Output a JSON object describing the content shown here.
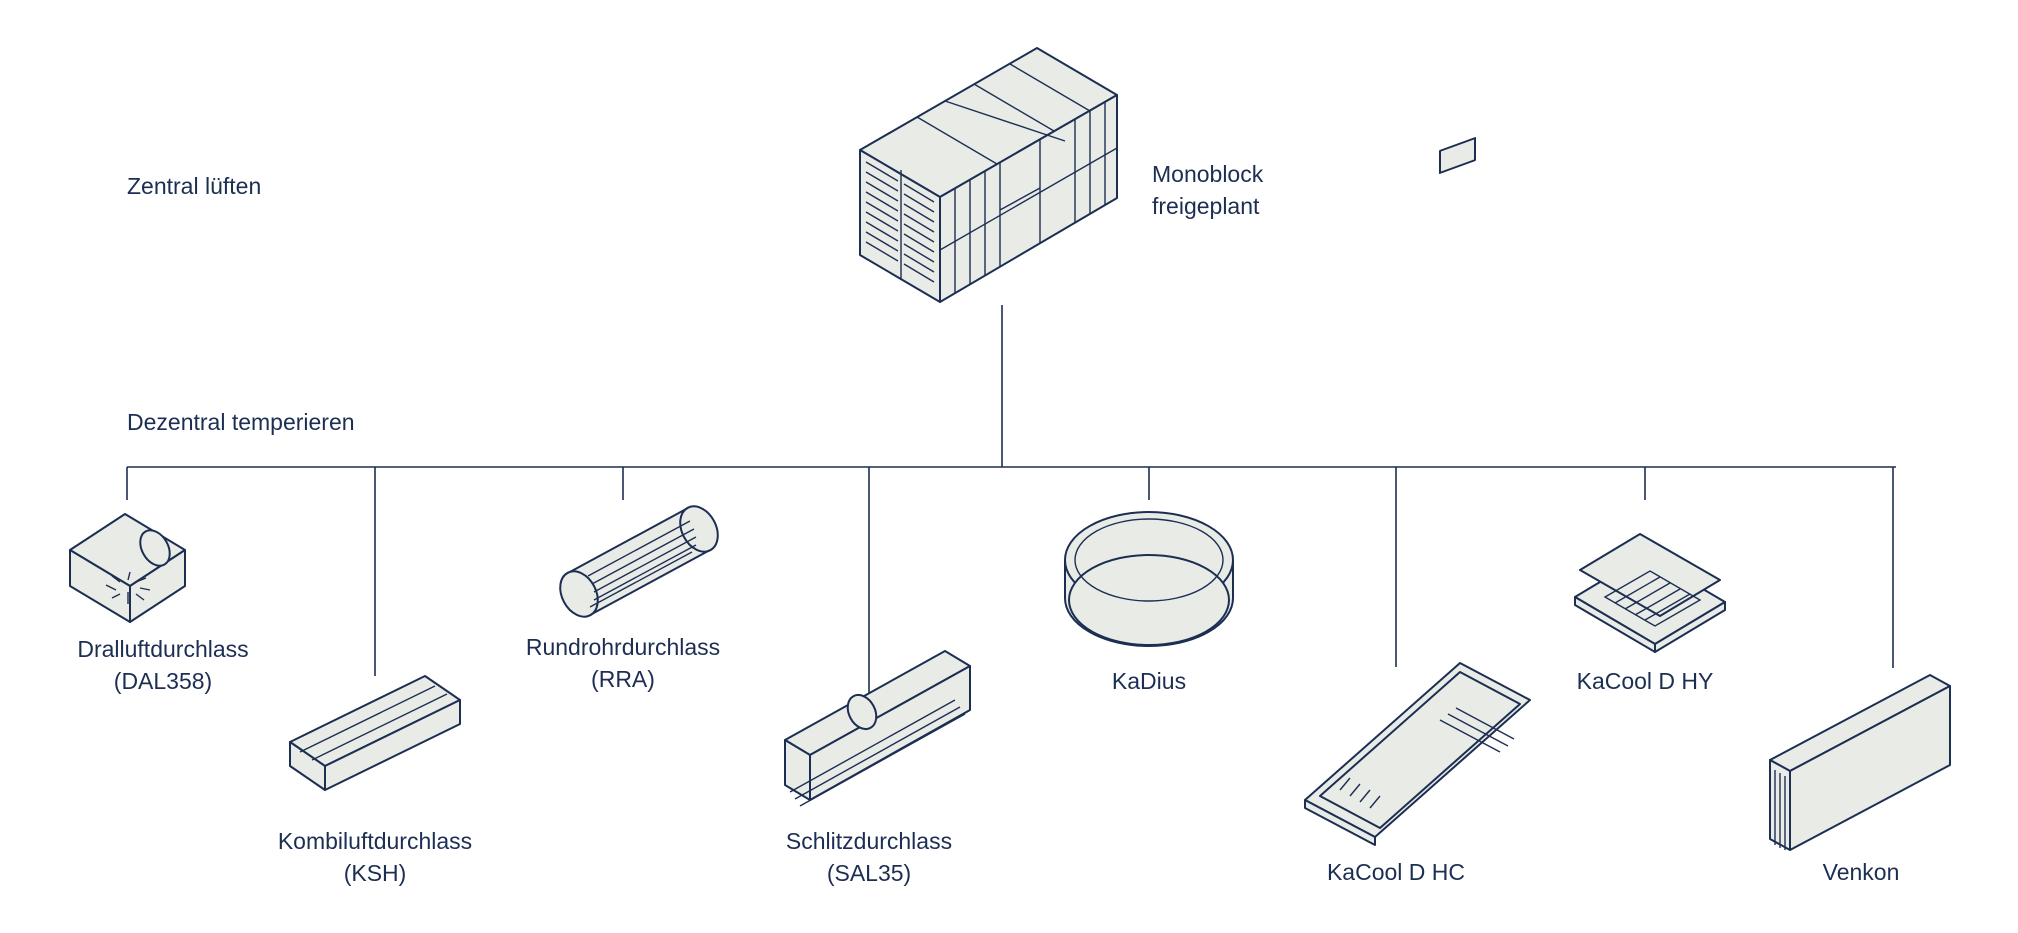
{
  "sections": {
    "central": "Zentral lüften",
    "decentral": "Dezentral temperieren"
  },
  "root": {
    "line1": "Monoblock",
    "line2": "freigeplant",
    "icon": "air-handling-unit-icon"
  },
  "products": [
    {
      "id": "dal358",
      "line1": "Dralluftdurchlass",
      "line2": "(DAL358)",
      "icon": "swirl-diffuser-icon"
    },
    {
      "id": "ksh",
      "line1": "Kombiluftdurchlass",
      "line2": "(KSH)",
      "icon": "combination-diffuser-icon"
    },
    {
      "id": "rra",
      "line1": "Rundrohrdurchlass",
      "line2": "(RRA)",
      "icon": "round-duct-outlet-icon"
    },
    {
      "id": "sal35",
      "line1": "Schlitzdurchlass",
      "line2": "(SAL35)",
      "icon": "slot-diffuser-icon"
    },
    {
      "id": "kadius",
      "line1": "KaDius",
      "line2": "",
      "icon": "round-ceiling-unit-icon"
    },
    {
      "id": "kacool-hc",
      "line1": "KaCool D HC",
      "line2": "",
      "icon": "ceiling-cassette-hc-icon"
    },
    {
      "id": "kacool-hy",
      "line1": "KaCool D HY",
      "line2": "",
      "icon": "ceiling-cassette-hy-icon"
    },
    {
      "id": "venkon",
      "line1": "Venkon",
      "line2": "",
      "icon": "fan-coil-unit-icon"
    }
  ],
  "colors": {
    "ink": "#1c2e52",
    "fill": "#e9ebe7",
    "background": "#ffffff"
  }
}
